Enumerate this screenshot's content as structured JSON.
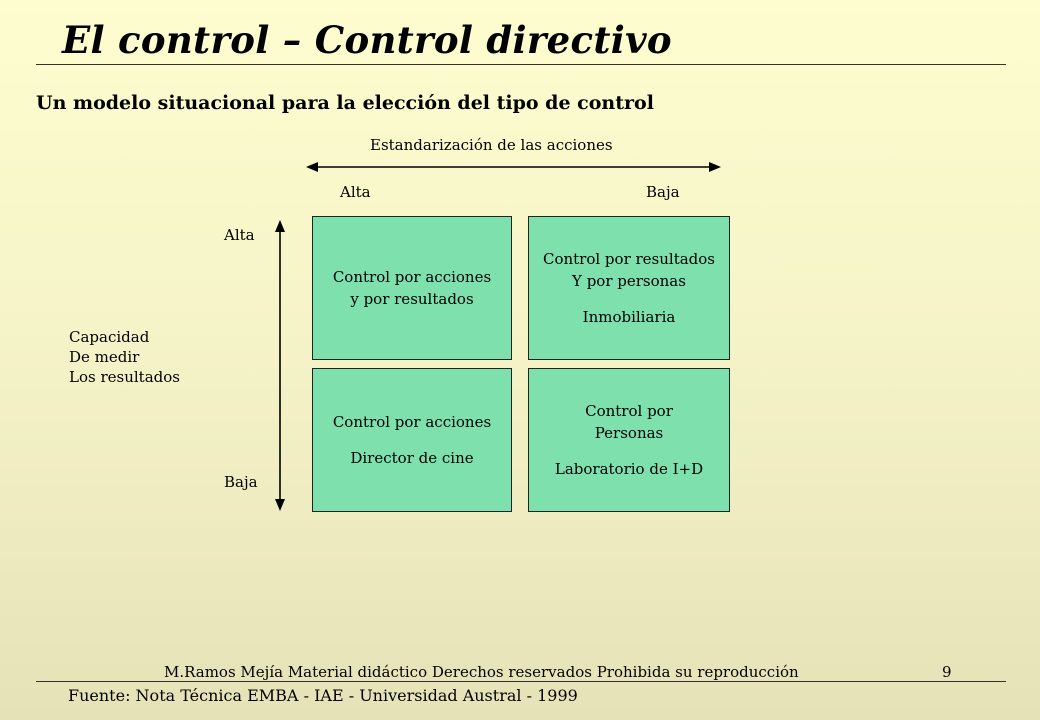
{
  "slide": {
    "title": "El control – Control directivo",
    "subtitle": "Un modelo situacional para la elección del tipo de control"
  },
  "matrix": {
    "horizontal_axis": {
      "label": "Estandarización de las acciones",
      "left": "Alta",
      "right": "Baja"
    },
    "vertical_axis": {
      "top": "Alta",
      "bottom": "Baja",
      "label_lines": [
        "Capacidad",
        "De medir",
        "Los resultados"
      ]
    },
    "cells": {
      "top_left": {
        "lines": [
          "Control por acciones",
          "y por resultados"
        ]
      },
      "top_right": {
        "lines": [
          "Control por resultados",
          "Y por personas"
        ],
        "example": "Inmobiliaria"
      },
      "bottom_left": {
        "lines": [
          "Control por acciones"
        ],
        "example": "Director de cine"
      },
      "bottom_right": {
        "lines": [
          "Control por",
          "Personas"
        ],
        "example": "Laboratorio de I+D"
      }
    }
  },
  "footer": {
    "copyright": "M.Ramos Mejía Material didáctico Derechos reservados Prohibida su reproducción",
    "page": "9",
    "source": "Fuente: Nota Técnica EMBA - IAE - Universidad Austral  - 1999"
  },
  "colors": {
    "cell_fill": "#7de0ad",
    "background_top": "#fdfdcf",
    "background_bottom": "#e6e2b8"
  }
}
